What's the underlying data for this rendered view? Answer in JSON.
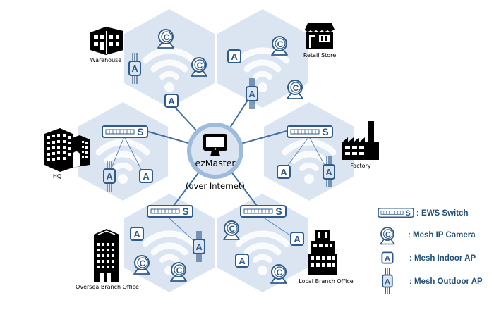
{
  "diagram": {
    "title": "ezMaster network topology",
    "center": {
      "name": "ezMaster",
      "subtitle": "(over Internet)",
      "icon": "monitor-icon"
    },
    "sites": [
      {
        "id": "warehouse",
        "label": "Warehouse",
        "icon": "warehouse-building-icon",
        "devices": [
          "outdoor-ap",
          "camera",
          "camera",
          "indoor-ap"
        ]
      },
      {
        "id": "retail",
        "label": "Retail Store",
        "icon": "storefront-icon",
        "devices": [
          "indoor-ap",
          "camera",
          "outdoor-ap",
          "camera"
        ]
      },
      {
        "id": "hq",
        "label": "HQ",
        "icon": "office-buildings-icon",
        "devices": [
          "switch",
          "outdoor-ap",
          "indoor-ap"
        ]
      },
      {
        "id": "factory",
        "label": "Factory",
        "icon": "factory-icon",
        "devices": [
          "switch",
          "indoor-ap",
          "outdoor-ap"
        ]
      },
      {
        "id": "oversea",
        "label": "Oversea Branch Office",
        "icon": "tower-building-icon",
        "devices": [
          "switch",
          "indoor-ap",
          "outdoor-ap",
          "camera",
          "camera"
        ]
      },
      {
        "id": "local",
        "label": "Local Branch Office",
        "icon": "stepped-building-icon",
        "devices": [
          "switch",
          "camera",
          "indoor-ap",
          "indoor-ap",
          "camera"
        ]
      }
    ],
    "glyphs": {
      "switch": "S",
      "camera": "C",
      "ap": "A"
    },
    "legend": [
      {
        "icon": "switch",
        "label": ": EWS Switch"
      },
      {
        "icon": "camera",
        "label": ": Mesh IP Camera"
      },
      {
        "icon": "indoor-ap",
        "label": ": Mesh Indoor AP"
      },
      {
        "icon": "outdoor-ap",
        "label": ": Mesh Outdoor AP"
      }
    ],
    "colors": {
      "hex_fill": "#dbe5f1",
      "device_stroke": "#2e5a8c",
      "link": "#3f6fa8",
      "center_ring": "#9dbbdc",
      "legend_text": "#1f4e79"
    }
  }
}
